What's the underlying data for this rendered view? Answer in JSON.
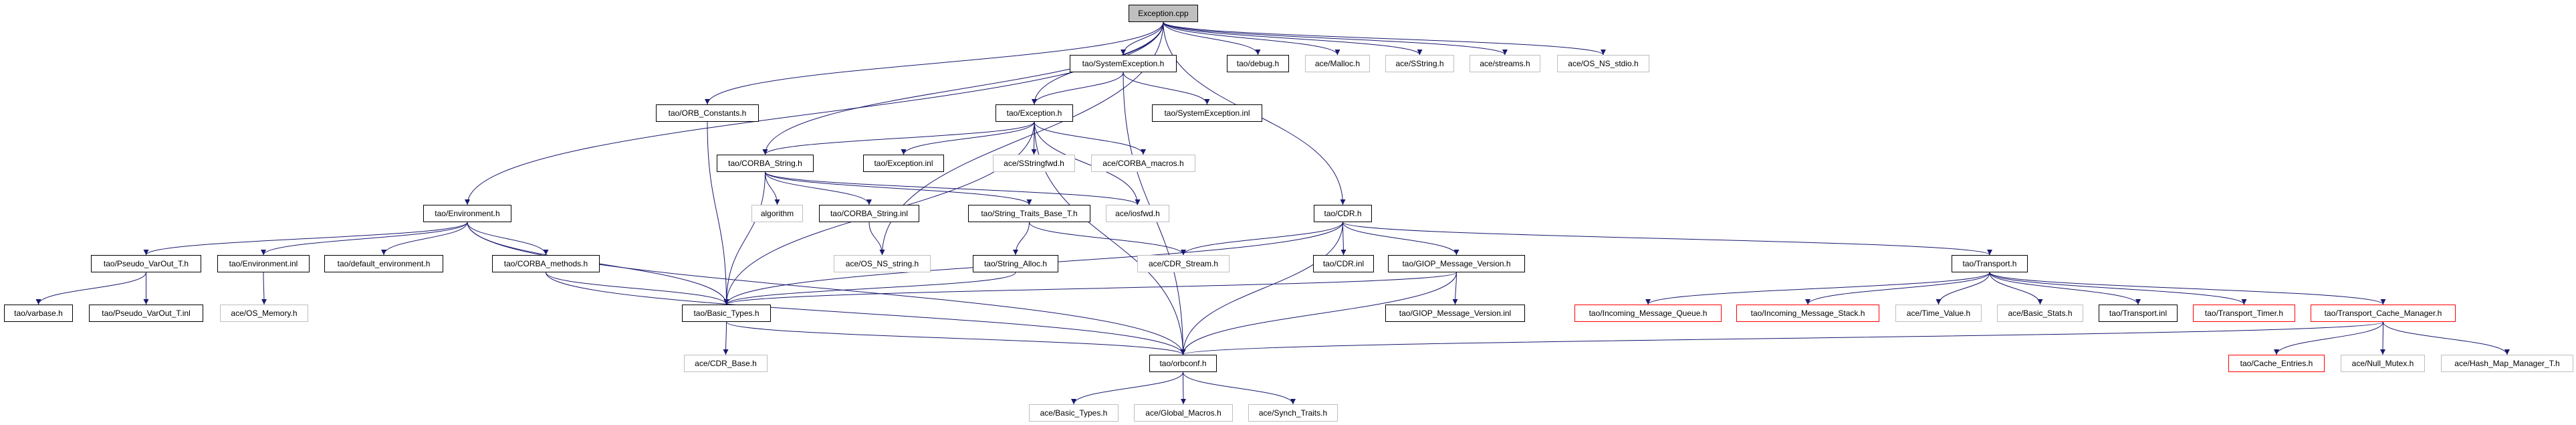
{
  "title": "Exception.cpp",
  "colors": {
    "edge": "#191970",
    "external_border": "#bfbfbf",
    "truncated_border": "#ff0000",
    "root_fill": "#bfbfbf"
  },
  "nodes": [
    {
      "label": "Exception.cpp",
      "kind": "root"
    },
    {
      "label": "tao/SystemException.h",
      "kind": "normal"
    },
    {
      "label": "tao/debug.h",
      "kind": "normal"
    },
    {
      "label": "ace/Malloc.h",
      "kind": "external"
    },
    {
      "label": "ace/SString.h",
      "kind": "external"
    },
    {
      "label": "ace/streams.h",
      "kind": "external"
    },
    {
      "label": "ace/OS_NS_stdio.h",
      "kind": "external"
    },
    {
      "label": "tao/ORB_Constants.h",
      "kind": "normal"
    },
    {
      "label": "tao/Exception.h",
      "kind": "normal"
    },
    {
      "label": "tao/SystemException.inl",
      "kind": "normal"
    },
    {
      "label": "tao/CORBA_String.h",
      "kind": "normal"
    },
    {
      "label": "tao/Exception.inl",
      "kind": "normal"
    },
    {
      "label": "ace/SStringfwd.h",
      "kind": "external"
    },
    {
      "label": "ace/CORBA_macros.h",
      "kind": "external"
    },
    {
      "label": "tao/Environment.h",
      "kind": "normal"
    },
    {
      "label": "algorithm",
      "kind": "external"
    },
    {
      "label": "tao/CORBA_String.inl",
      "kind": "normal"
    },
    {
      "label": "tao/String_Traits_Base_T.h",
      "kind": "normal"
    },
    {
      "label": "ace/iosfwd.h",
      "kind": "external"
    },
    {
      "label": "tao/CDR.h",
      "kind": "normal"
    },
    {
      "label": "tao/Pseudo_VarOut_T.h",
      "kind": "normal"
    },
    {
      "label": "tao/Environment.inl",
      "kind": "normal"
    },
    {
      "label": "tao/default_environment.h",
      "kind": "normal"
    },
    {
      "label": "tao/CORBA_methods.h",
      "kind": "normal"
    },
    {
      "label": "ace/OS_NS_string.h",
      "kind": "external"
    },
    {
      "label": "tao/String_Alloc.h",
      "kind": "normal"
    },
    {
      "label": "ace/CDR_Stream.h",
      "kind": "external"
    },
    {
      "label": "tao/CDR.inl",
      "kind": "normal"
    },
    {
      "label": "tao/GIOP_Message_Version.h",
      "kind": "normal"
    },
    {
      "label": "tao/Transport.h",
      "kind": "normal"
    },
    {
      "label": "tao/varbase.h",
      "kind": "normal"
    },
    {
      "label": "tao/Pseudo_VarOut_T.inl",
      "kind": "normal"
    },
    {
      "label": "ace/OS_Memory.h",
      "kind": "external"
    },
    {
      "label": "tao/Basic_Types.h",
      "kind": "normal"
    },
    {
      "label": "tao/GIOP_Message_Version.inl",
      "kind": "normal"
    },
    {
      "label": "tao/Incoming_Message_Queue.h",
      "kind": "red"
    },
    {
      "label": "tao/Incoming_Message_Stack.h",
      "kind": "red"
    },
    {
      "label": "ace/Time_Value.h",
      "kind": "external"
    },
    {
      "label": "ace/Basic_Stats.h",
      "kind": "external"
    },
    {
      "label": "tao/Transport.inl",
      "kind": "normal"
    },
    {
      "label": "tao/Transport_Timer.h",
      "kind": "red"
    },
    {
      "label": "tao/Transport_Cache_Manager.h",
      "kind": "red"
    },
    {
      "label": "ace/CDR_Base.h",
      "kind": "external"
    },
    {
      "label": "tao/orbconf.h",
      "kind": "normal"
    },
    {
      "label": "tao/Cache_Entries.h",
      "kind": "red"
    },
    {
      "label": "ace/Null_Mutex.h",
      "kind": "external"
    },
    {
      "label": "ace/Hash_Map_Manager_T.h",
      "kind": "external"
    },
    {
      "label": "ace/Basic_Types.h",
      "kind": "external"
    },
    {
      "label": "ace/Global_Macros.h",
      "kind": "external"
    },
    {
      "label": "ace/Synch_Traits.h",
      "kind": "external"
    }
  ],
  "edges": [
    [
      "Exception.cpp",
      "tao/SystemException.h"
    ],
    [
      "Exception.cpp",
      "tao/debug.h"
    ],
    [
      "Exception.cpp",
      "ace/Malloc.h"
    ],
    [
      "Exception.cpp",
      "ace/SString.h"
    ],
    [
      "Exception.cpp",
      "ace/streams.h"
    ],
    [
      "Exception.cpp",
      "ace/OS_NS_stdio.h"
    ],
    [
      "Exception.cpp",
      "tao/Exception.h"
    ],
    [
      "Exception.cpp",
      "tao/CDR.h"
    ],
    [
      "Exception.cpp",
      "tao/ORB_Constants.h"
    ],
    [
      "Exception.cpp",
      "tao/CORBA_String.h"
    ],
    [
      "Exception.cpp",
      "tao/Environment.h"
    ],
    [
      "Exception.cpp",
      "ace/OS_NS_string.h"
    ],
    [
      "tao/SystemException.h",
      "tao/Exception.h"
    ],
    [
      "tao/SystemException.h",
      "tao/SystemException.inl"
    ],
    [
      "tao/SystemException.h",
      "tao/orbconf.h"
    ],
    [
      "tao/Exception.h",
      "tao/CORBA_String.h"
    ],
    [
      "tao/Exception.h",
      "tao/Exception.inl"
    ],
    [
      "tao/Exception.h",
      "ace/SStringfwd.h"
    ],
    [
      "tao/Exception.h",
      "ace/CORBA_macros.h"
    ],
    [
      "tao/Exception.h",
      "ace/iosfwd.h"
    ],
    [
      "tao/Exception.h",
      "tao/orbconf.h"
    ],
    [
      "tao/Exception.h",
      "tao/Basic_Types.h"
    ],
    [
      "tao/CORBA_String.h",
      "algorithm"
    ],
    [
      "tao/CORBA_String.h",
      "tao/CORBA_String.inl"
    ],
    [
      "tao/CORBA_String.h",
      "tao/String_Traits_Base_T.h"
    ],
    [
      "tao/CORBA_String.h",
      "ace/iosfwd.h"
    ],
    [
      "tao/CORBA_String.h",
      "tao/Basic_Types.h"
    ],
    [
      "tao/CORBA_String.inl",
      "ace/OS_NS_string.h"
    ],
    [
      "tao/String_Traits_Base_T.h",
      "tao/String_Alloc.h"
    ],
    [
      "tao/String_Traits_Base_T.h",
      "ace/CDR_Stream.h"
    ],
    [
      "tao/String_Alloc.h",
      "tao/Basic_Types.h"
    ],
    [
      "tao/ORB_Constants.h",
      "tao/Basic_Types.h"
    ],
    [
      "tao/Environment.h",
      "tao/Pseudo_VarOut_T.h"
    ],
    [
      "tao/Environment.h",
      "tao/Environment.inl"
    ],
    [
      "tao/Environment.h",
      "tao/default_environment.h"
    ],
    [
      "tao/Environment.h",
      "tao/CORBA_methods.h"
    ],
    [
      "tao/Environment.h",
      "tao/Basic_Types.h"
    ],
    [
      "tao/Environment.h",
      "tao/orbconf.h"
    ],
    [
      "tao/Pseudo_VarOut_T.h",
      "tao/varbase.h"
    ],
    [
      "tao/Pseudo_VarOut_T.h",
      "tao/Pseudo_VarOut_T.inl"
    ],
    [
      "tao/Environment.inl",
      "ace/OS_Memory.h"
    ],
    [
      "tao/CORBA_methods.h",
      "tao/Basic_Types.h"
    ],
    [
      "tao/CORBA_methods.h",
      "tao/orbconf.h"
    ],
    [
      "tao/Basic_Types.h",
      "ace/CDR_Base.h"
    ],
    [
      "tao/Basic_Types.h",
      "tao/orbconf.h"
    ],
    [
      "tao/CDR.h",
      "ace/CDR_Stream.h"
    ],
    [
      "tao/CDR.h",
      "tao/CDR.inl"
    ],
    [
      "tao/CDR.h",
      "tao/GIOP_Message_Version.h"
    ],
    [
      "tao/CDR.h",
      "tao/Transport.h"
    ],
    [
      "tao/CDR.h",
      "tao/Basic_Types.h"
    ],
    [
      "tao/CDR.h",
      "tao/orbconf.h"
    ],
    [
      "tao/GIOP_Message_Version.h",
      "tao/GIOP_Message_Version.inl"
    ],
    [
      "tao/GIOP_Message_Version.h",
      "tao/Basic_Types.h"
    ],
    [
      "tao/GIOP_Message_Version.h",
      "tao/orbconf.h"
    ],
    [
      "tao/orbconf.h",
      "ace/Basic_Types.h"
    ],
    [
      "tao/orbconf.h",
      "ace/Global_Macros.h"
    ],
    [
      "tao/orbconf.h",
      "ace/Synch_Traits.h"
    ],
    [
      "tao/Transport.h",
      "tao/Incoming_Message_Queue.h"
    ],
    [
      "tao/Transport.h",
      "tao/Incoming_Message_Stack.h"
    ],
    [
      "tao/Transport.h",
      "ace/Time_Value.h"
    ],
    [
      "tao/Transport.h",
      "ace/Basic_Stats.h"
    ],
    [
      "tao/Transport.h",
      "tao/Transport.inl"
    ],
    [
      "tao/Transport.h",
      "tao/Transport_Timer.h"
    ],
    [
      "tao/Transport.h",
      "tao/Transport_Cache_Manager.h"
    ],
    [
      "tao/Transport_Cache_Manager.h",
      "tao/Cache_Entries.h"
    ],
    [
      "tao/Transport_Cache_Manager.h",
      "ace/Null_Mutex.h"
    ],
    [
      "tao/Transport_Cache_Manager.h",
      "ace/Hash_Map_Manager_T.h"
    ],
    [
      "tao/Transport_Cache_Manager.h",
      "tao/orbconf.h"
    ]
  ]
}
